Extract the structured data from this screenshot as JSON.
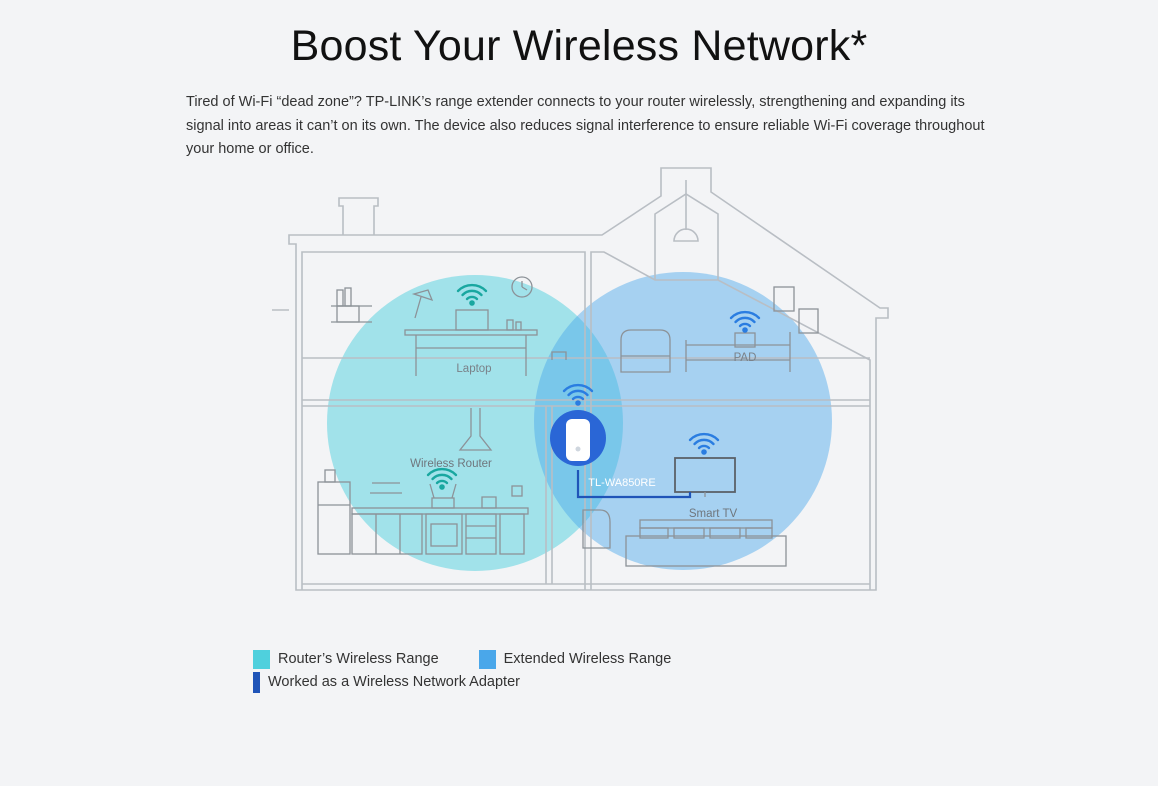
{
  "header": {
    "title": "Boost Your Wireless Network*",
    "description": "Tired of Wi-Fi “dead zone”? TP-LINK’s range extender connects to your router wirelessly, strengthening and expanding its signal into areas it can’t on its own. The device also reduces signal interference to ensure reliable Wi-Fi coverage throughout your home or office."
  },
  "diagram": {
    "labels": {
      "laptop": "Laptop",
      "pad": "PAD",
      "router": "Wireless Router",
      "extender": "TL-WA850RE",
      "tv": "Smart TV"
    },
    "colors": {
      "router_range": "#4fd0dd",
      "extended_range": "#4aa7ea",
      "adapter": "#1f54b8",
      "wifi_router": "#19a7a0",
      "wifi_extended": "#2a7de1",
      "outline": "#b9bec4"
    }
  },
  "legend": {
    "items": [
      {
        "label": "Router’s Wireless Range",
        "color": "#4fd0dd"
      },
      {
        "label": "Extended Wireless Range",
        "color": "#4aa7ea"
      },
      {
        "label": "Worked as a Wireless Network Adapter",
        "color": "#1f54b8"
      }
    ]
  }
}
